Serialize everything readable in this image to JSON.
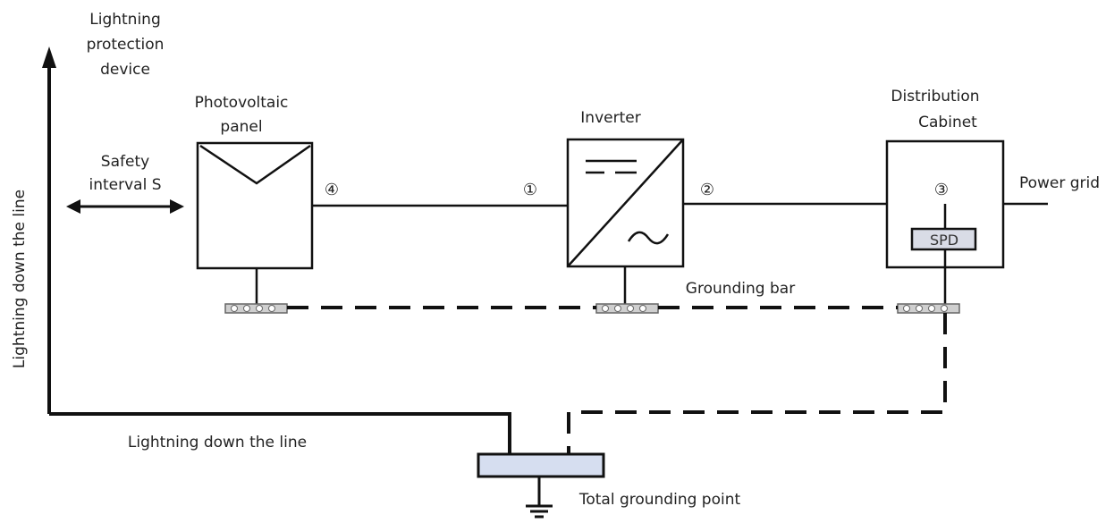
{
  "labels": {
    "lightning_protection_device": [
      "Lightning",
      "protection",
      "device"
    ],
    "pv_panel": [
      "Photovoltaic",
      "panel"
    ],
    "inverter": "Inverter",
    "distribution_cabinet": [
      "Distribution",
      "Cabinet"
    ],
    "safety_interval": [
      "Safety",
      "interval S"
    ],
    "power_grid": "Power grid",
    "grounding_bar": "Grounding bar",
    "lightning_down_vertical": "Lightning down the line",
    "lightning_down_horizontal": "Lightning down the line",
    "total_grounding_point": "Total grounding point",
    "spd": "SPD"
  },
  "markers": {
    "dc_input": "①",
    "ac_output": "②",
    "cabinet": "③",
    "pv_output": "④"
  },
  "colors": {
    "line": "#111111",
    "grounding_bar_fill": "#cfcfcf",
    "spd_fill": "#d9dce6",
    "ground_plate_fill": "#d6def0"
  }
}
